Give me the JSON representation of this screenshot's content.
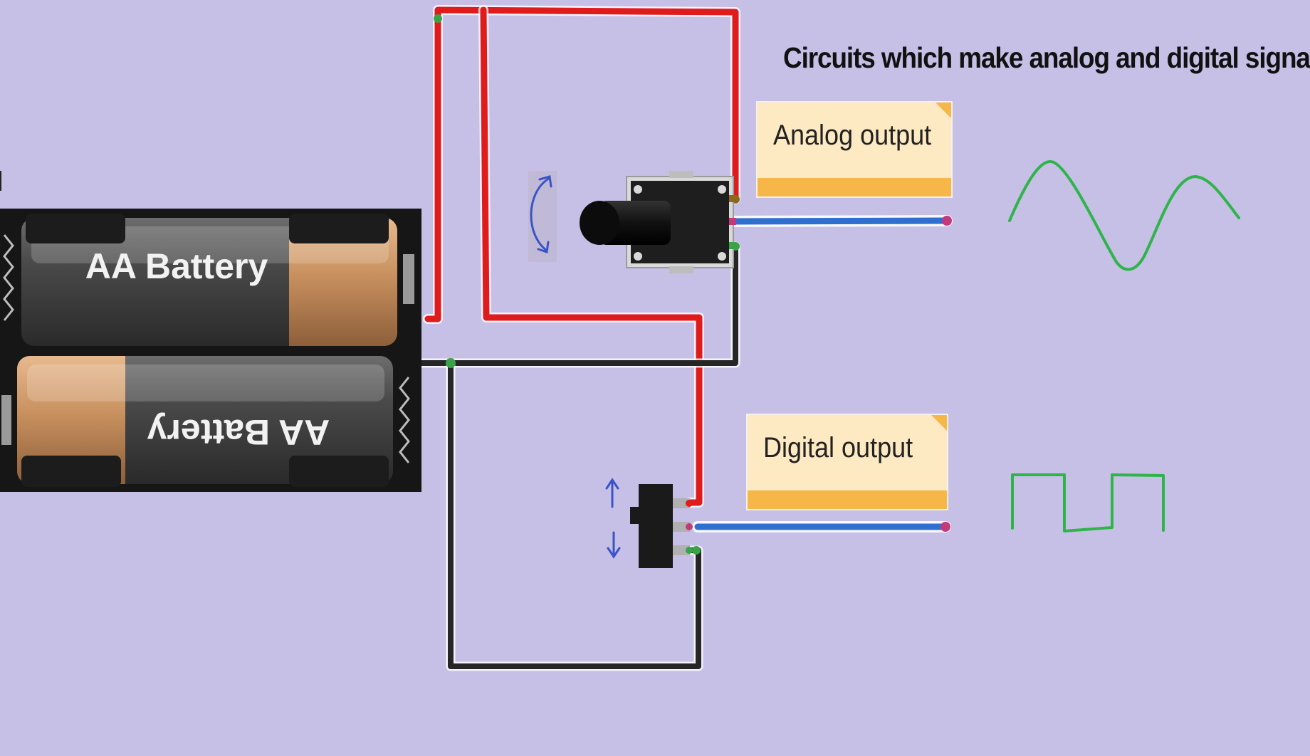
{
  "title": "Circuits which make analog and digital  signal",
  "battery": {
    "top_label": "AA Battery",
    "bottom_label": "AA Battery"
  },
  "notes": {
    "analog": "Analog output",
    "digital": "Digital output"
  },
  "colors": {
    "background": "#c6bfe6",
    "wire_positive": "#e01b1b",
    "wire_ground": "#262626",
    "wire_output": "#2f6fd0",
    "waveform": "#2fb44a",
    "note_fill": "#fde9c2",
    "note_accent": "#f7b748",
    "rotation_arrow": "#3a54c8"
  },
  "icons": {
    "potentiometer": "potentiometer-icon",
    "slide_switch": "slide-switch-icon",
    "rotate": "rotate-arrow-icon",
    "toggle": "up-down-arrow-icon"
  }
}
